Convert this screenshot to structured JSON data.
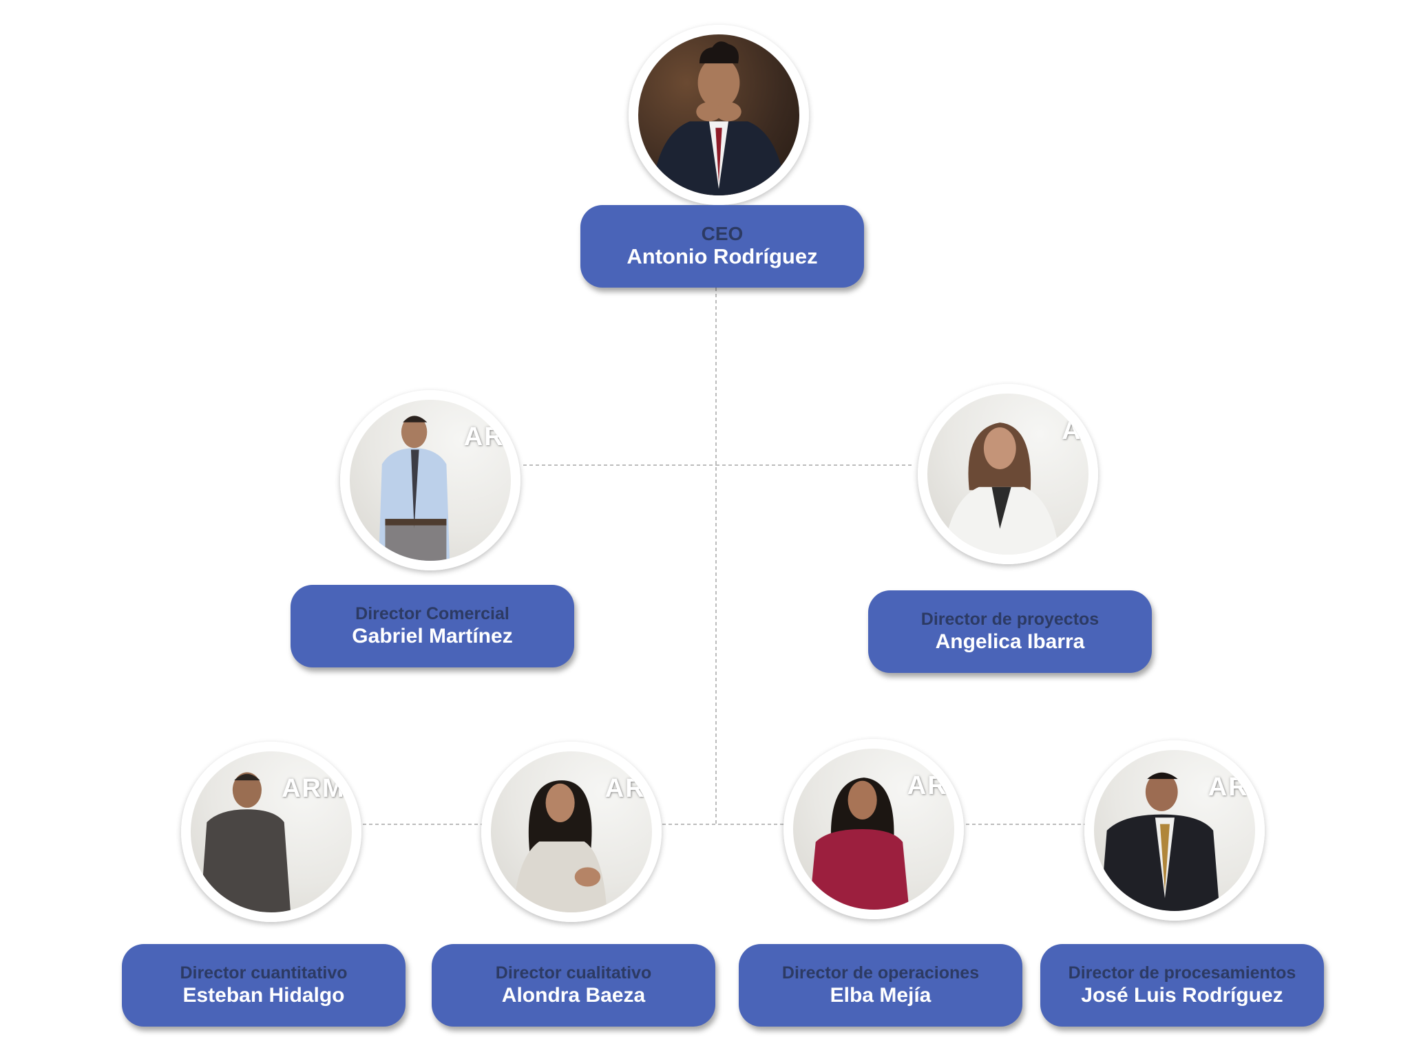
{
  "org_chart": {
    "ceo": {
      "role": "CEO",
      "name": "Antonio Rodríguez"
    },
    "directors_level2": [
      {
        "role": "Director Comercial",
        "name": "Gabriel Martínez"
      },
      {
        "role": "Director de proyectos",
        "name": "Angelica Ibarra"
      }
    ],
    "directors_level3": [
      {
        "role": "Director cuantitativo",
        "name": "Esteban Hidalgo"
      },
      {
        "role": "Director cualitativo",
        "name": "Alondra Baeza"
      },
      {
        "role": "Director de operaciones",
        "name": "Elba Mejía"
      },
      {
        "role": "Director de procesamientos",
        "name": "José Luis Rodríguez"
      }
    ],
    "photo_watermark": [
      "AR",
      "A",
      "ARM",
      "AR",
      "AR",
      "AR"
    ],
    "colors": {
      "card_fill": "#4a64b8",
      "role_text": "#2c3a63",
      "name_text": "#ffffff",
      "ring": "#5a6dbb",
      "connector": "#9a9a9a"
    }
  }
}
